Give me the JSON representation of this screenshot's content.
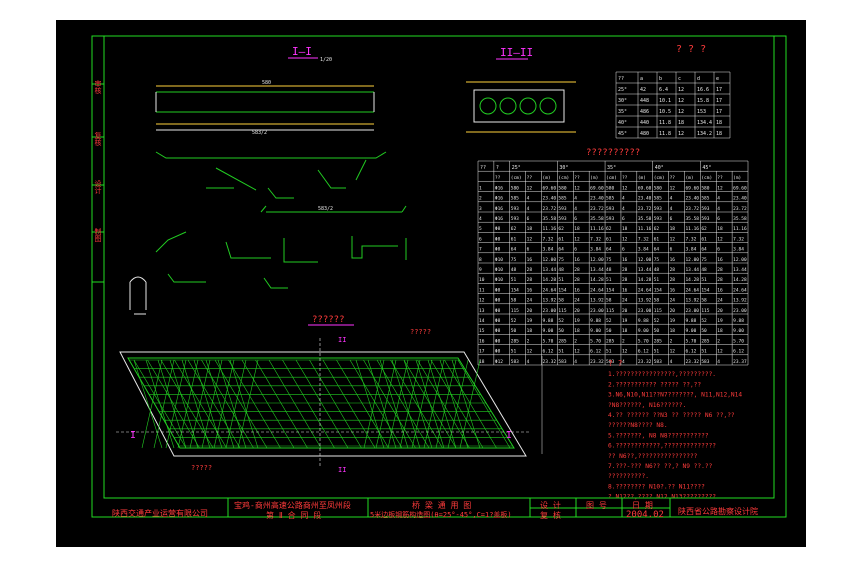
{
  "colors": {
    "background": "#000000",
    "frame": "#22dd22",
    "text_red": "#ff3b3b",
    "text_yellow": "#ffd23c",
    "text_white": "#e8e8e8",
    "hatch": "#22cc22",
    "magenta": "#ff33ff",
    "cyan": "#33ddff"
  },
  "side_labels": [
    "审核",
    "复核",
    "设计",
    "制图"
  ],
  "sections": {
    "sec1": "I—I",
    "sec1_scale": "1/20",
    "sec2": "II—II",
    "table_head": "? ? ?",
    "qty_head": "??????????",
    "plan_head": "??????",
    "plan_sub": "?????",
    "plan_label": "?????"
  },
  "small_table": {
    "header": [
      "??",
      "a",
      "b",
      "c",
      "d",
      "e"
    ],
    "rows": [
      [
        "25°",
        "42",
        "6.4",
        "12",
        "16.6",
        "17"
      ],
      [
        "30°",
        "448",
        "10.1",
        "12",
        "15.8",
        "17"
      ],
      [
        "35°",
        "486",
        "10.5",
        "12",
        "153",
        "17"
      ],
      [
        "40°",
        "440",
        "11.8",
        "18",
        "134.4",
        "18"
      ],
      [
        "45°",
        "480",
        "11.8",
        "12",
        "134.2",
        "18"
      ]
    ]
  },
  "qty_table": {
    "header_top": [
      "??",
      "?",
      "25°",
      "30°",
      "35°",
      "40°",
      "45°"
    ],
    "header_sub": [
      "??",
      "(cm)",
      "??",
      "(m)",
      "(cm)",
      "??",
      "(m)",
      "(cm)",
      "??",
      "(m)",
      "(cm)",
      "??",
      "(m)",
      "(cm)",
      "??",
      "(m)"
    ],
    "rows": [
      [
        "1",
        "Φ16",
        "580",
        "12",
        "69.60",
        "580",
        "12",
        "69.60",
        "580",
        "12",
        "69.60",
        "580",
        "12",
        "69.60",
        "580",
        "12",
        "69.60"
      ],
      [
        "2",
        "Φ16",
        "585",
        "4",
        "23.40",
        "585",
        "4",
        "23.40",
        "585",
        "4",
        "23.40",
        "585",
        "4",
        "23.40",
        "585",
        "4",
        "23.40"
      ],
      [
        "3",
        "Φ16",
        "593",
        "4",
        "23.72",
        "593",
        "4",
        "23.72",
        "593",
        "4",
        "23.72",
        "593",
        "4",
        "23.72",
        "593",
        "4",
        "23.72"
      ],
      [
        "4",
        "Φ16",
        "593",
        "6",
        "35.58",
        "593",
        "6",
        "35.58",
        "593",
        "6",
        "35.58",
        "593",
        "6",
        "35.58",
        "593",
        "6",
        "35.58"
      ],
      [
        "5",
        "Φ8",
        "62",
        "18",
        "11.16",
        "62",
        "18",
        "11.16",
        "62",
        "18",
        "11.16",
        "62",
        "18",
        "11.16",
        "62",
        "18",
        "11.16"
      ],
      [
        "6",
        "Φ8",
        "61",
        "12",
        "7.32",
        "61",
        "12",
        "7.32",
        "61",
        "12",
        "7.32",
        "61",
        "12",
        "7.32",
        "61",
        "12",
        "7.32"
      ],
      [
        "7",
        "Φ8",
        "64",
        "6",
        "3.84",
        "64",
        "6",
        "3.84",
        "64",
        "6",
        "3.84",
        "64",
        "6",
        "3.84",
        "64",
        "6",
        "3.84"
      ],
      [
        "8",
        "Φ10",
        "75",
        "16",
        "12.00",
        "75",
        "16",
        "12.00",
        "75",
        "16",
        "12.00",
        "75",
        "16",
        "12.00",
        "75",
        "16",
        "12.00"
      ],
      [
        "9",
        "Φ10",
        "48",
        "28",
        "13.44",
        "48",
        "28",
        "13.44",
        "48",
        "28",
        "13.44",
        "48",
        "28",
        "13.44",
        "48",
        "28",
        "13.44"
      ],
      [
        "10",
        "Φ10",
        "51",
        "28",
        "14.28",
        "51",
        "28",
        "14.28",
        "51",
        "28",
        "14.28",
        "51",
        "28",
        "14.28",
        "51",
        "28",
        "14.28"
      ],
      [
        "11",
        "Φ8",
        "154",
        "16",
        "24.64",
        "154",
        "16",
        "24.64",
        "154",
        "16",
        "24.64",
        "154",
        "16",
        "24.64",
        "154",
        "16",
        "24.64"
      ],
      [
        "12",
        "Φ8",
        "58",
        "24",
        "13.92",
        "58",
        "24",
        "13.92",
        "58",
        "24",
        "13.92",
        "58",
        "24",
        "13.92",
        "58",
        "24",
        "13.92"
      ],
      [
        "13",
        "Φ8",
        "115",
        "20",
        "23.00",
        "115",
        "20",
        "23.00",
        "115",
        "20",
        "23.00",
        "115",
        "20",
        "23.00",
        "115",
        "20",
        "23.00"
      ],
      [
        "14",
        "Φ8",
        "52",
        "19",
        "9.88",
        "52",
        "19",
        "9.88",
        "52",
        "19",
        "9.88",
        "52",
        "19",
        "9.88",
        "52",
        "19",
        "9.88"
      ],
      [
        "15",
        "Φ8",
        "50",
        "18",
        "9.00",
        "50",
        "18",
        "9.00",
        "50",
        "18",
        "9.00",
        "50",
        "18",
        "9.00",
        "50",
        "18",
        "9.00"
      ],
      [
        "16",
        "Φ8",
        "285",
        "2",
        "5.70",
        "285",
        "2",
        "5.70",
        "285",
        "2",
        "5.70",
        "285",
        "2",
        "5.70",
        "285",
        "2",
        "5.70"
      ],
      [
        "17",
        "Φ8",
        "51",
        "12",
        "6.12",
        "51",
        "12",
        "6.12",
        "51",
        "12",
        "6.12",
        "51",
        "12",
        "6.12",
        "51",
        "12",
        "6.12"
      ],
      [
        "18",
        "Φ12",
        "583",
        "4",
        "23.32",
        "583",
        "4",
        "23.32",
        "583",
        "4",
        "23.32",
        "583",
        "4",
        "23.32",
        "583",
        "4",
        "23.37"
      ]
    ]
  },
  "notes": [
    "? ?",
    "1.????????????????,?????????.",
    "2.??????????? ????? ??,??",
    "3.N6,N10,N11??N7???????, N11,N12,N14",
    "  ?N8??????, N16??????.",
    "4.?? ?????? ??N3 ?? ????? N6 ??,??",
    "  ??????N8????  N8.",
    "5.???????, N8 N8???????????",
    "6.????????????,??????????????",
    "  ?? N6??,????????????????",
    "7.???-??? N6?? ??,? N9  ??.??",
    "  ??????????.",
    "8.????????  N10?.??   N11????",
    "  ? N12??,???? N12  N13?????????"
  ],
  "title_block": {
    "company": "陕西交通产业运营有限公司",
    "project_line1": "宝鸡-商州高速公路商州至凤州段",
    "project_line2": "第 Ⅱ 合 同 段",
    "drawing_line1": "桥 梁 通 用 图",
    "drawing_line2": "5米边板钢筋构造图(θ=25°-45°,C=1?盖板)",
    "label_design": "设 计",
    "label_drawing_no": "图 号",
    "label_date": "日 期",
    "label_review": "复 核",
    "date": "2004.02",
    "institute": "陕西省公路勘察设计院"
  },
  "dims": {
    "top_len": "580",
    "top_len2": "583/2",
    "mid_len": "583/2",
    "ratio": "1/20"
  }
}
